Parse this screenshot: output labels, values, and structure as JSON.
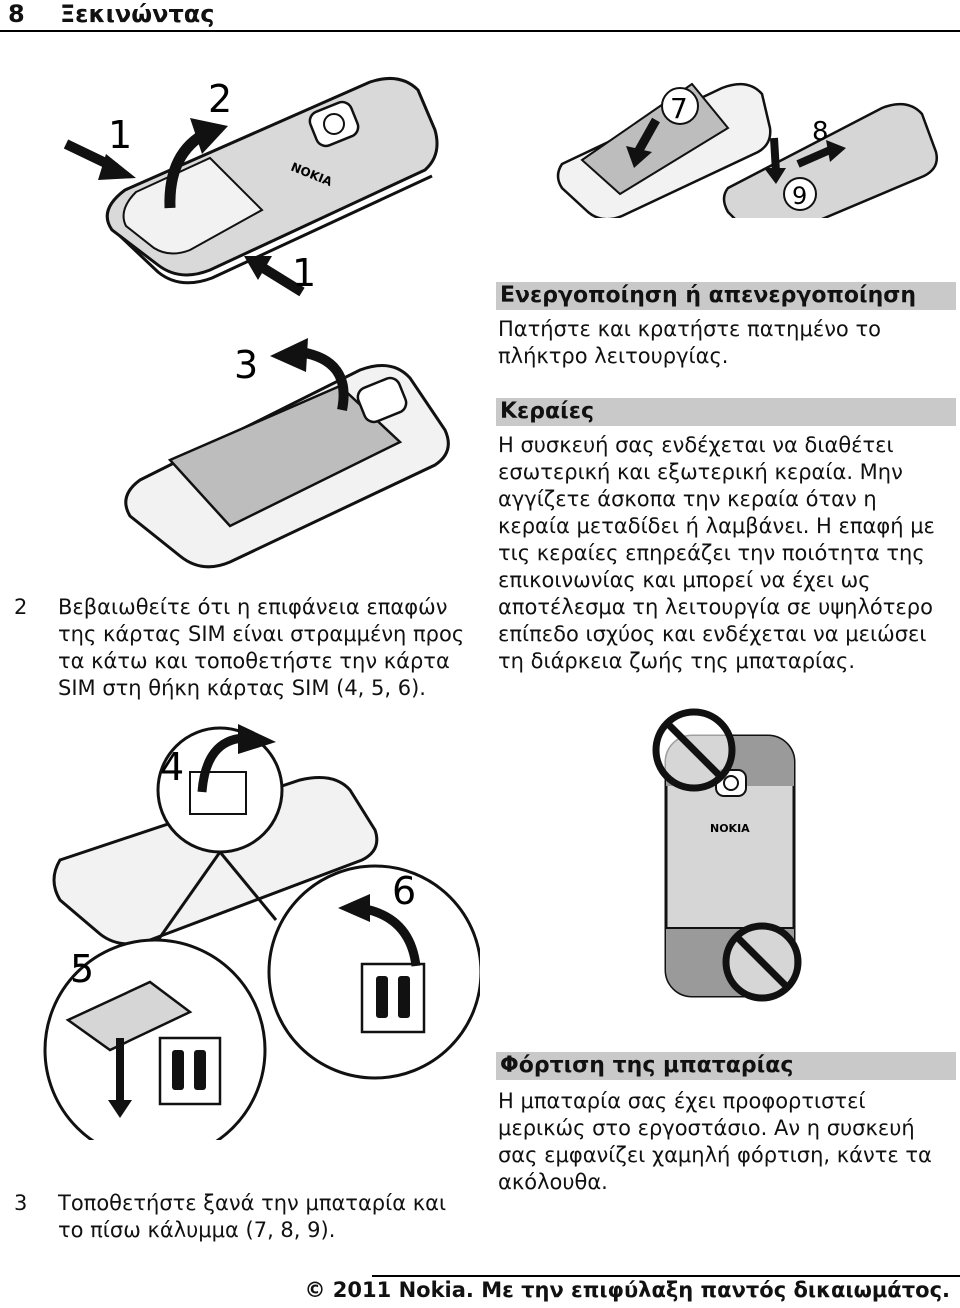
{
  "header": {
    "page_number": "8",
    "chapter": "Ξεκινώντας"
  },
  "figure_labels": {
    "n1": "1",
    "n2": "2",
    "n3": "3",
    "n4": "4",
    "n5": "5",
    "n6": "6",
    "n7": "7",
    "n8": "8",
    "n9": "9"
  },
  "brand_logo": "NOKIA",
  "step2": {
    "number": "2",
    "lines": [
      "Βεβαιωθείτε ότι η επιφάνεια επαφών",
      "της κάρτας SIM είναι στραμμένη προς",
      "τα κάτω και τοποθετήστε την κάρτα",
      "SIM στη θήκη κάρτας SIM (4, 5, 6)."
    ]
  },
  "step3": {
    "number": "3",
    "lines": [
      "Τοποθετήστε ξανά την μπαταρία και",
      "το πίσω κάλυμμα (7, 8, 9)."
    ]
  },
  "power": {
    "heading": "Ενεργοποίηση ή απενεργοποίηση",
    "lines": [
      "Πατήστε και κρατήστε πατημένο το",
      "πλήκτρο λειτουργίας."
    ]
  },
  "antennas": {
    "heading": "Κεραίες",
    "lines": [
      "Η συσκευή σας ενδέχεται να διαθέτει",
      "εσωτερική και εξωτερική κεραία. Μην",
      "αγγίζετε άσκοπα την κεραία όταν η",
      "κεραία μεταδίδει ή λαμβάνει. Η επαφή με",
      "τις κεραίες επηρεάζει την ποιότητα της",
      "επικοινωνίας και μπορεί να έχει ως",
      "αποτέλεσμα τη λειτουργία σε υψηλότερο",
      "επίπεδο ισχύος και ενδέχεται να μειώσει",
      "τη διάρκεια ζωής της μπαταρίας."
    ]
  },
  "charging": {
    "heading": "Φόρτιση της μπαταρίας",
    "lines": [
      "Η μπαταρία σας έχει προφορτιστεί",
      "μερικώς στο εργοστάσιο. Αν η συσκευή",
      "σας εμφανίζει χαμηλή φόρτιση, κάντε τα",
      "ακόλουθα."
    ]
  },
  "footer": {
    "copyright": "© 2011 Nokia. Με την επιφύλαξη παντός δικαιωμάτος."
  },
  "colors": {
    "heading_bg": "#c9c9c9",
    "cover_grey": "#d6d6d6",
    "battery_grey": "#bdbdbd",
    "dark_zone": "#9a9a9a"
  }
}
